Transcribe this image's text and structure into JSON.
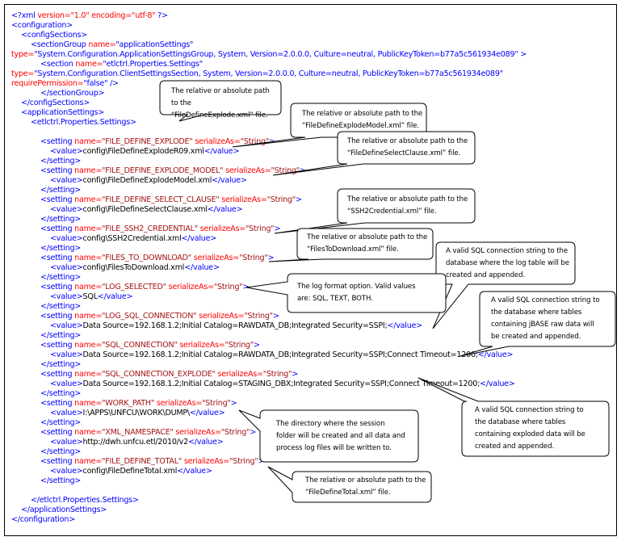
{
  "xml": {
    "decl_open": "<?xml ",
    "decl_attrs": "version=\"1.0\" encoding=\"utf-8\" ",
    "decl_close": "?>",
    "configuration_open": "<configuration>",
    "configSections_open": "<configSections>",
    "sectionGroup_open": "<sectionGroup ",
    "sectionGroup_name_attr": "name=",
    "sectionGroup_name_val": "\"applicationSettings\"",
    "sectionGroup_type_attr": "type=",
    "sectionGroup_type_val": "\"System.Configuration.ApplicationSettingsGroup, System, Version=2.0.0.0, Culture=neutral, PublicKeyToken=b77a5c561934e089\"",
    "sectionGroup_type_close": " >",
    "section_open": "<section ",
    "section_name_attr": "name=",
    "section_name_val": "\"etlctrl.Properties.Settings\"",
    "section_type_attr": "type=",
    "section_type_val": "\"System.Configuration.ClientSettingsSection, System, Version=2.0.0.0, Culture=neutral, PublicKeyToken=b77a5c561934e089\"",
    "section_req_attr": "requirePermission=",
    "section_req_val": "\"false\"",
    "section_close": " />",
    "sectionGroup_close": "</sectionGroup>",
    "configSections_close": "</configSections>",
    "applicationSettings_open": "<applicationSettings>",
    "settings_open": "<etlctrl.Properties.Settings>",
    "setting_open": "<setting ",
    "name_attr": "name=",
    "serialize_attr": "serializeAs=",
    "serialize_val": "\"String\"",
    "gt": ">",
    "value_open": "<value>",
    "value_close": "</value>",
    "setting_close": "</setting>",
    "settings_close": "</etlctrl.Properties.Settings>",
    "applicationSettings_close": "</applicationSettings>",
    "configuration_close": "</configuration>",
    "settings": [
      {
        "name": "\"FILE_DEFINE_EXPLODE\"",
        "value": "config\\FileDefineExplodeR09.xml"
      },
      {
        "name": "\"FILE_DEFINE_EXPLODE_MODEL\"",
        "value": "config\\FileDefineExplodeModel.xml"
      },
      {
        "name": "\"FILE_DEFINE_SELECT_CLAUSE\"",
        "value": "config\\FileDefineSelectClause.xml"
      },
      {
        "name": "\"FILE_SSH2_CREDENTIAL\"",
        "value": "config\\SSH2Credential.xml"
      },
      {
        "name": "\"FILES_TO_DOWNLOAD\"",
        "value": "config\\FilesToDownload.xml"
      },
      {
        "name": "\"LOG_SELECTED\"",
        "value": "SQL"
      },
      {
        "name": "\"LOG_SQL_CONNECTION\"",
        "value": "Data Source=192.168.1.2;Initial Catalog=RAWDATA_DB;Integrated Security=SSPI;"
      },
      {
        "name": "\"SQL_CONNECTION\"",
        "value": "Data Source=192.168.1.2;Initial Catalog=RAWDATA_DB;Integrated Security=SSPI;Connect Timeout=1200;"
      },
      {
        "name": "\"SQL_CONNECTION_EXPLODE\"",
        "value": "Data Source=192.168.1.2;Initial Catalog=STAGING_DBX;Integrated Security=SSPI;Connect Timeout=1200;"
      },
      {
        "name": "\"WORK_PATH\"",
        "value": "I:\\APPS\\UNFCU\\WORK\\DUMP\\"
      },
      {
        "name": "\"XML_NAMESPACE\"",
        "value": "http://dwh.unfcu.etl/2010/v2"
      },
      {
        "name": "\"FILE_DEFINE_TOTAL\"",
        "value": "config\\FileDefineTotal.xml"
      }
    ]
  },
  "callouts": [
    {
      "text": "The relative or absolute path to the\n“FileDefineExplode.xml” file."
    },
    {
      "text": "The relative or absolute path to the\n“FileDefineExplodeModel.xml” file."
    },
    {
      "text": "The relative or absolute path to the\n“FileDefineSelectClause.xml” file."
    },
    {
      "text": "The relative or absolute path to the\n“SSH2Credential.xml” file."
    },
    {
      "text": "The relative or absolute path to the\n“FilesToDownload.xml” file."
    },
    {
      "text": "A valid SQL connection string to the\ndatabase where the log table will be\ncreated and appended."
    },
    {
      "text": "The log format option. Valid values\nare: SQL, TEXT, BOTH."
    },
    {
      "text": "A valid SQL connection string to\nthe database where tables\ncontaining jBASE raw data will\nbe created and appended."
    },
    {
      "text": "A valid SQL connection string to\nthe database where tables\ncontaining exploded data will be\ncreated and appended."
    },
    {
      "text": "The directory where the session\nfolder will be created and all data and\nprocess log files will be written to."
    },
    {
      "text": "The relative or absolute path to the\n“FileDefineTotal.xml” file."
    }
  ]
}
